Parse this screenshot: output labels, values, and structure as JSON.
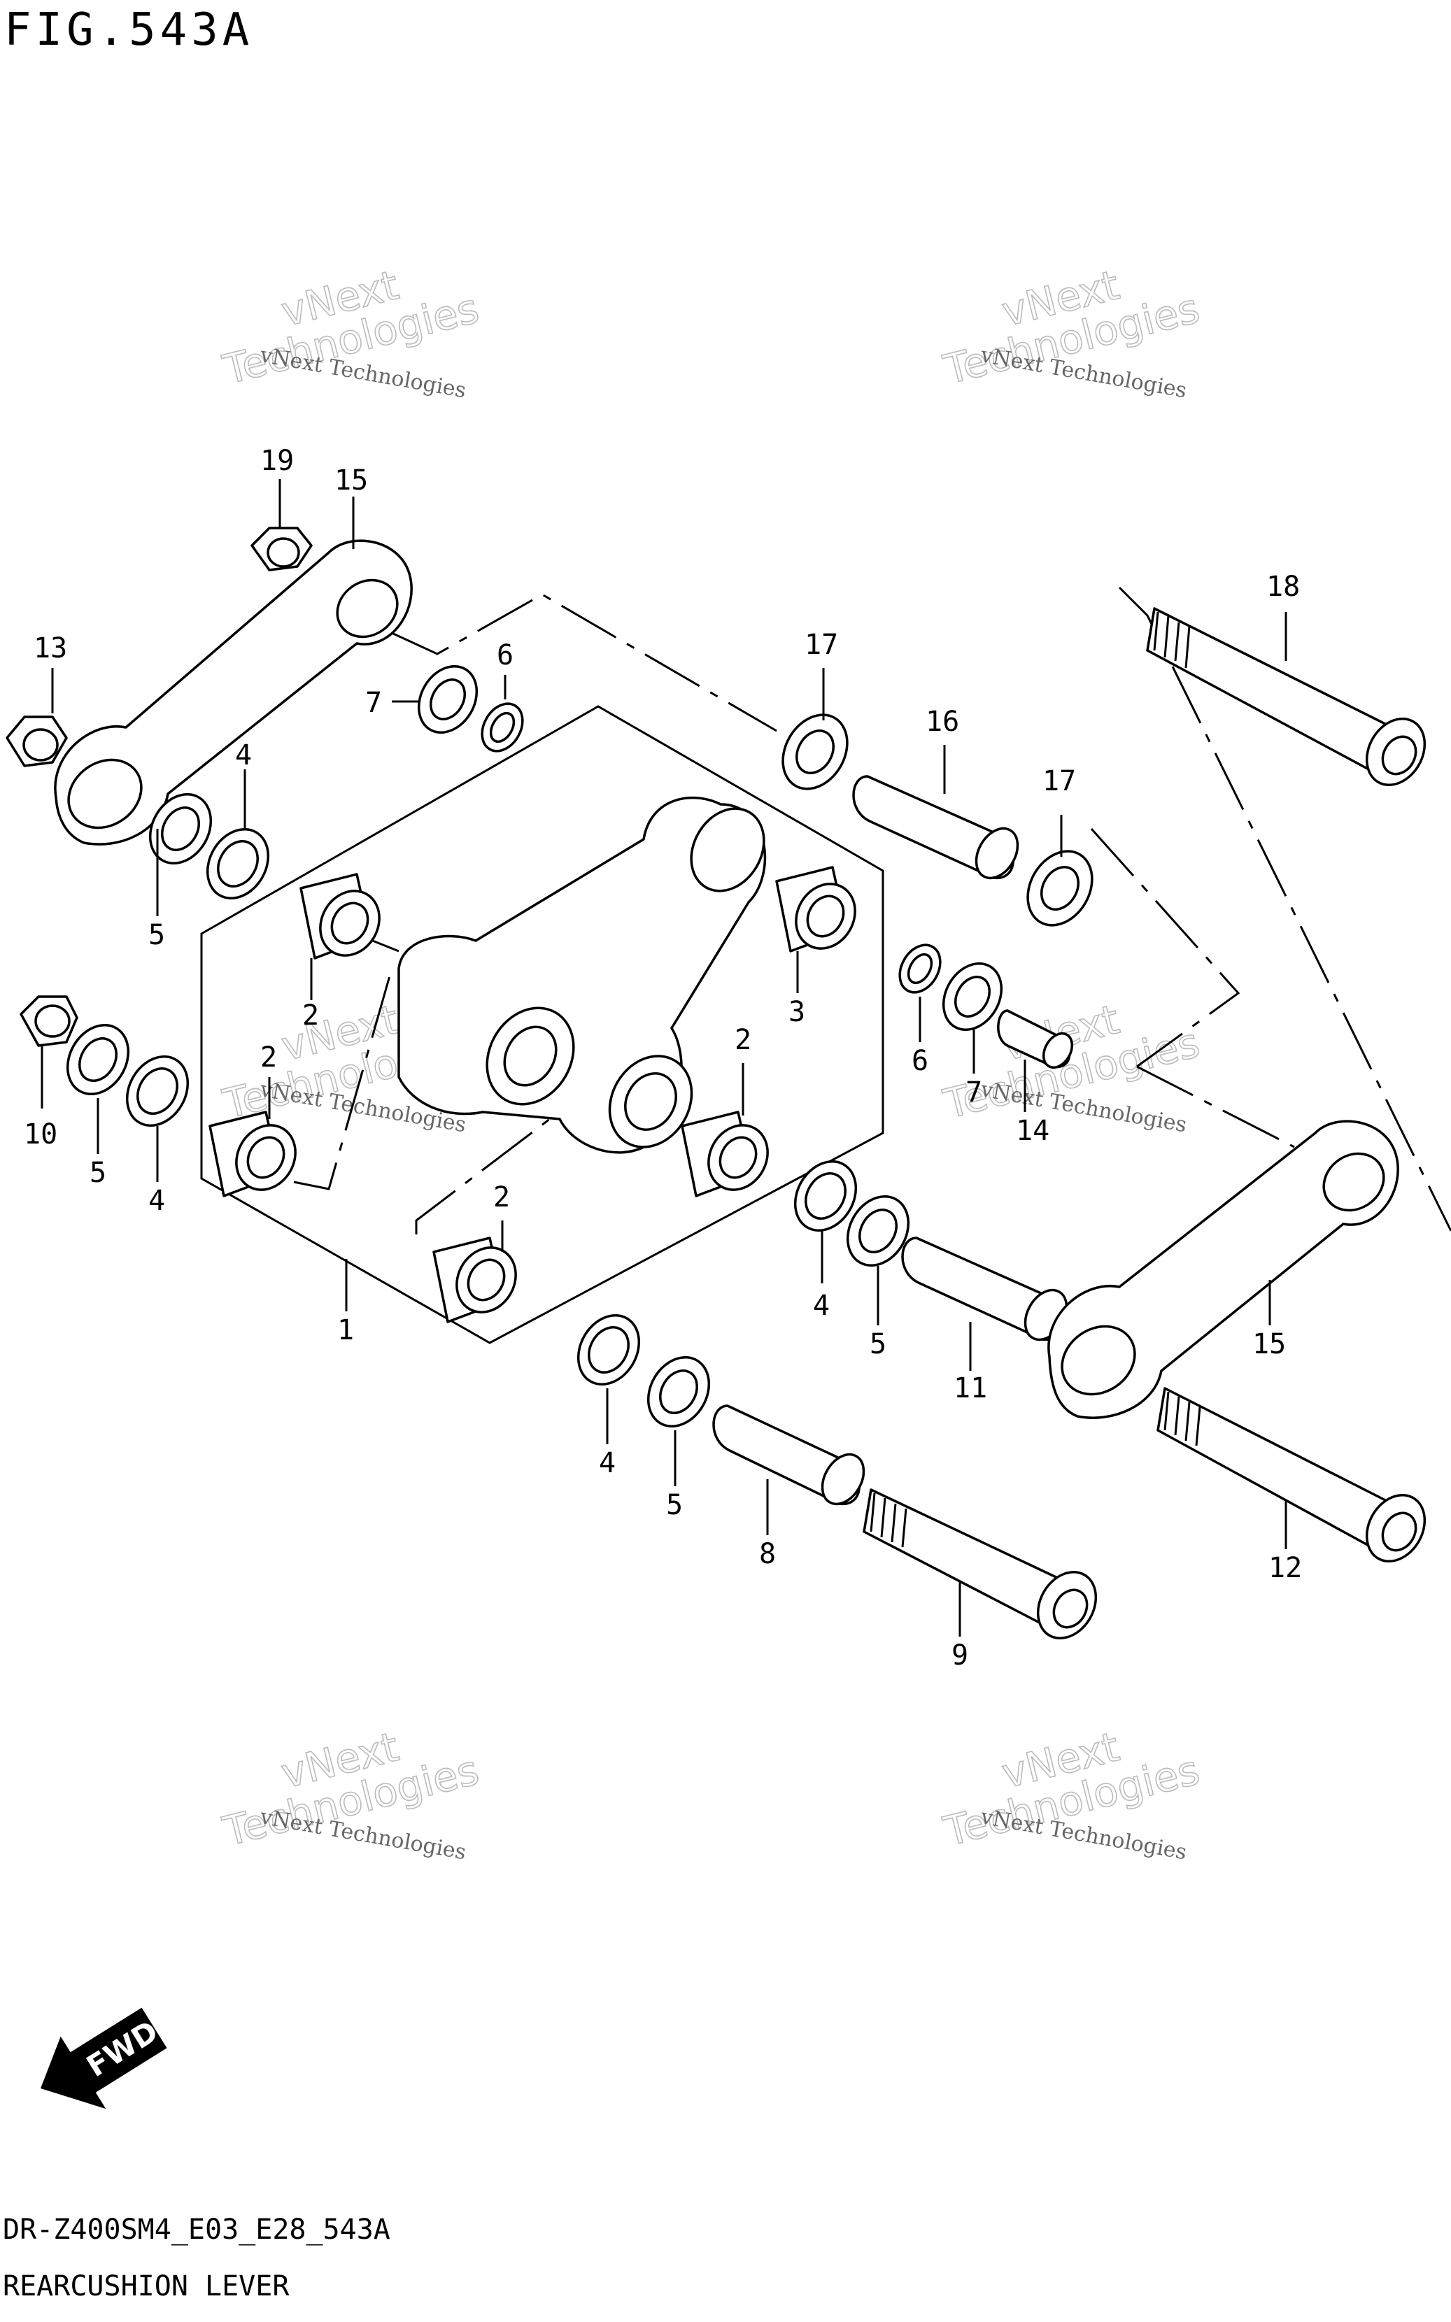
{
  "figure": {
    "title": "FIG.543A",
    "code": "DR-Z400SM4_E03_E28_543A",
    "name": "REARCUSHION LEVER"
  },
  "watermark": {
    "line1": "vNext Technologies",
    "line2": "vNext",
    "line3": "Technologies"
  },
  "fwd_label": "FWD",
  "callouts": [
    "19",
    "15",
    "13",
    "6",
    "7",
    "4",
    "5",
    "17",
    "16",
    "18",
    "17",
    "2",
    "2",
    "3",
    "2",
    "10",
    "5",
    "4",
    "6",
    "7",
    "14",
    "2",
    "1",
    "4",
    "5",
    "11",
    "15",
    "4",
    "5",
    "8",
    "12",
    "9"
  ]
}
